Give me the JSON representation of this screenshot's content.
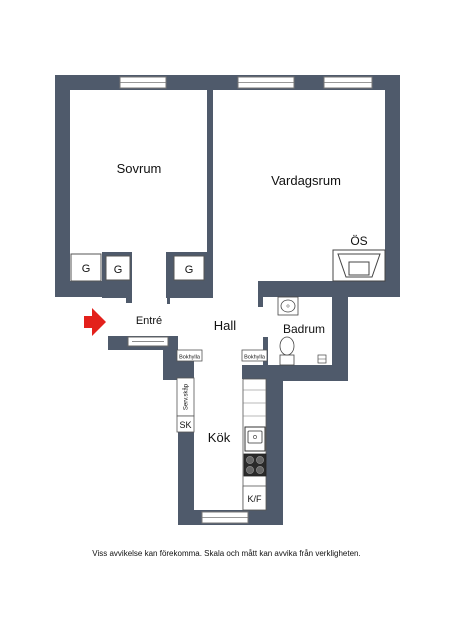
{
  "rooms": {
    "bedroom": "Sovrum",
    "living_room": "Vardagsrum",
    "entrance": "Entré",
    "hall": "Hall",
    "bathroom": "Badrum",
    "kitchen": "Kök"
  },
  "fixtures": {
    "wardrobe_1": "G",
    "wardrobe_2": "G",
    "wardrobe_3": "G",
    "stove_label": "ÖS",
    "bookshelf_left": "Bokhylla",
    "bookshelf_right": "Bokhylla",
    "serving_cabinet": "Serv.skåp",
    "cabinet": "SK",
    "fridge_freezer": "K/F"
  },
  "disclaimer": "Viss avvikelse kan förekomma. Skala och mått kan avvika från verkligheten.",
  "colors": {
    "wall": "#4f5a6b",
    "entry_arrow": "#e3201b",
    "stovetop": "#2a2a2a"
  },
  "icons": {
    "entry": "entry-arrow-icon"
  }
}
